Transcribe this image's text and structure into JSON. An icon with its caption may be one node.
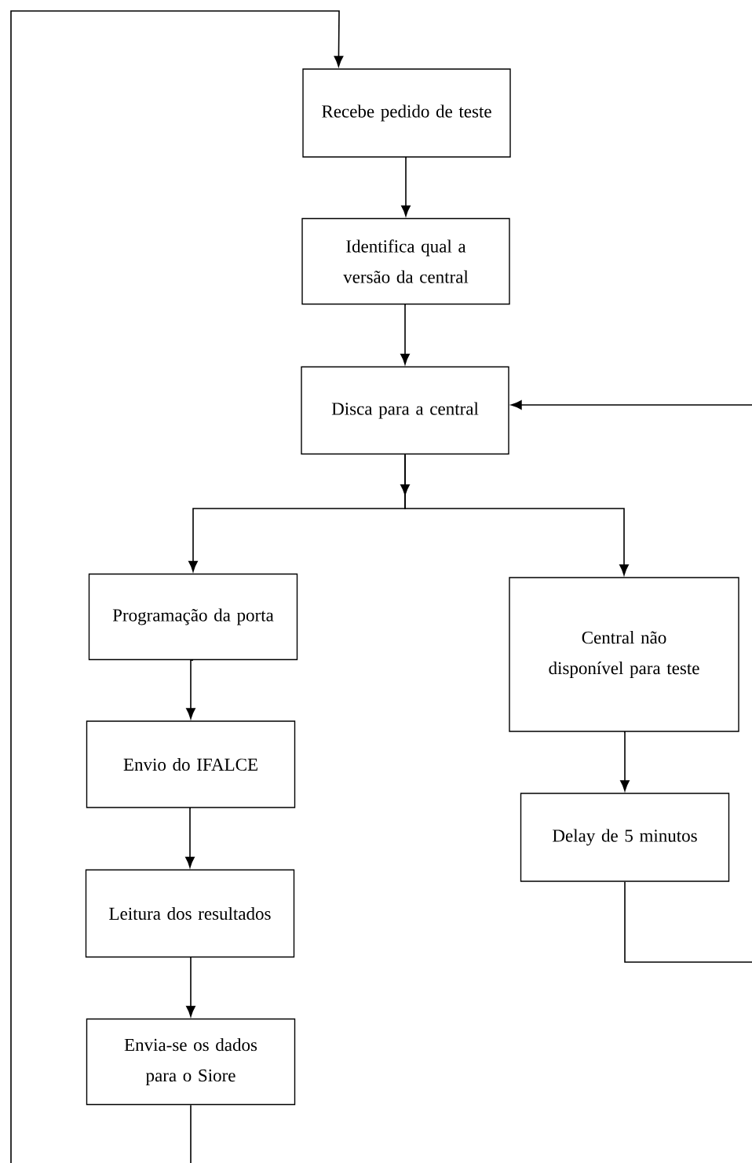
{
  "diagram": {
    "nodes": [
      {
        "text": [
          "Recebe pedido de teste"
        ]
      },
      {
        "text": [
          "Identifica qual a versão da central"
        ]
      },
      {
        "text": [
          "Disca para a central"
        ]
      },
      {
        "text": [
          "Programação da porta"
        ]
      },
      {
        "text": [
          "Envio do IFALCE"
        ]
      },
      {
        "text": [
          "Leitura  dos resultados"
        ]
      },
      {
        "text": [
          "Envia-se os dados para o Siore"
        ]
      },
      {
        "text": [
          "Central não disponível para teste"
        ]
      },
      {
        "text": [
          "Delay de 5 minutos"
        ]
      }
    ],
    "edges": [
      {
        "from": 0,
        "to": 1,
        "arrow": "to"
      },
      {
        "from": 1,
        "to": 2,
        "arrow": "to"
      },
      {
        "from": 2,
        "to": 3,
        "arrow": "to"
      },
      {
        "from": 2,
        "to": 7,
        "arrow": "to"
      },
      {
        "from": 3,
        "to": 4,
        "arrow": "to"
      },
      {
        "from": 4,
        "to": 5,
        "arrow": "to"
      },
      {
        "from": 5,
        "to": 6,
        "arrow": "to"
      },
      {
        "from": 6,
        "to": 0,
        "arrow": "to"
      },
      {
        "from": 7,
        "to": 8,
        "arrow": "to"
      },
      {
        "from": 8,
        "to": 2,
        "arrow": "to"
      }
    ]
  }
}
